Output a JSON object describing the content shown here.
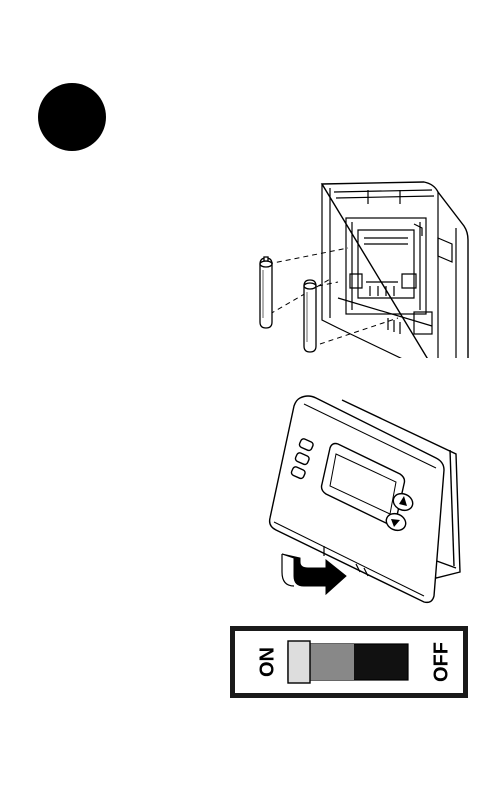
{
  "step_badge": {
    "color": "#000000"
  },
  "battery_illustration": {
    "icon": "thermostat-back-with-batteries-icon",
    "battery_count": 2
  },
  "faceplate_illustration": {
    "icon": "thermostat-faceplate-mount-icon",
    "button_count": 3,
    "arrow_buttons": [
      "up",
      "down"
    ]
  },
  "power_switch": {
    "left_label": "ON",
    "right_label": "OFF",
    "frame_color": "#1a1a1a",
    "slider_colors": [
      "#dddddd",
      "#888888",
      "#111111"
    ]
  }
}
